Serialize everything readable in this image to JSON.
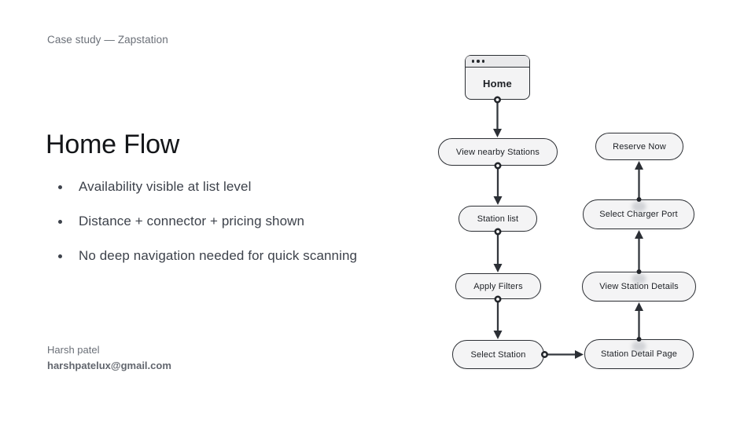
{
  "slide": {
    "eyebrow": "Case study — Zapstation",
    "title": "Home Flow",
    "bullets": [
      "Availability visible at list level",
      "Distance + connector + pricing shown",
      "No deep navigation needed for quick scanning"
    ],
    "author": {
      "name": "Harsh patel",
      "email": "harshpatelux@gmail.com"
    }
  },
  "flow": {
    "browser": {
      "label": "Home",
      "icon": "window-traffic-dots-icon"
    },
    "nodes": [
      {
        "id": "view-nearby-stations",
        "label": "View nearby Stations"
      },
      {
        "id": "station-list",
        "label": "Station list"
      },
      {
        "id": "apply-filters",
        "label": "Apply Filters"
      },
      {
        "id": "select-station",
        "label": "Select Station"
      },
      {
        "id": "station-detail-page",
        "label": "Station Detail Page"
      },
      {
        "id": "view-station-details",
        "label": "View Station Details"
      },
      {
        "id": "select-charger-port",
        "label": "Select Charger Port"
      },
      {
        "id": "reserve-now",
        "label": "Reserve Now"
      }
    ],
    "edges": [
      {
        "from": "home",
        "to": "view-nearby-stations",
        "direction": "down"
      },
      {
        "from": "view-nearby-stations",
        "to": "station-list",
        "direction": "down"
      },
      {
        "from": "station-list",
        "to": "apply-filters",
        "direction": "down"
      },
      {
        "from": "apply-filters",
        "to": "select-station",
        "direction": "down"
      },
      {
        "from": "select-station",
        "to": "station-detail-page",
        "direction": "right"
      },
      {
        "from": "station-detail-page",
        "to": "view-station-details",
        "direction": "up"
      },
      {
        "from": "view-station-details",
        "to": "select-charger-port",
        "direction": "up"
      },
      {
        "from": "select-charger-port",
        "to": "reserve-now",
        "direction": "up"
      }
    ]
  },
  "colors": {
    "background": "#ffffff",
    "node_fill": "#f4f4f5",
    "node_border": "#2e3136",
    "connector_line": "#34383e",
    "title_text": "#141619",
    "body_text": "#3d424b",
    "muted_text": "#6b7078"
  }
}
